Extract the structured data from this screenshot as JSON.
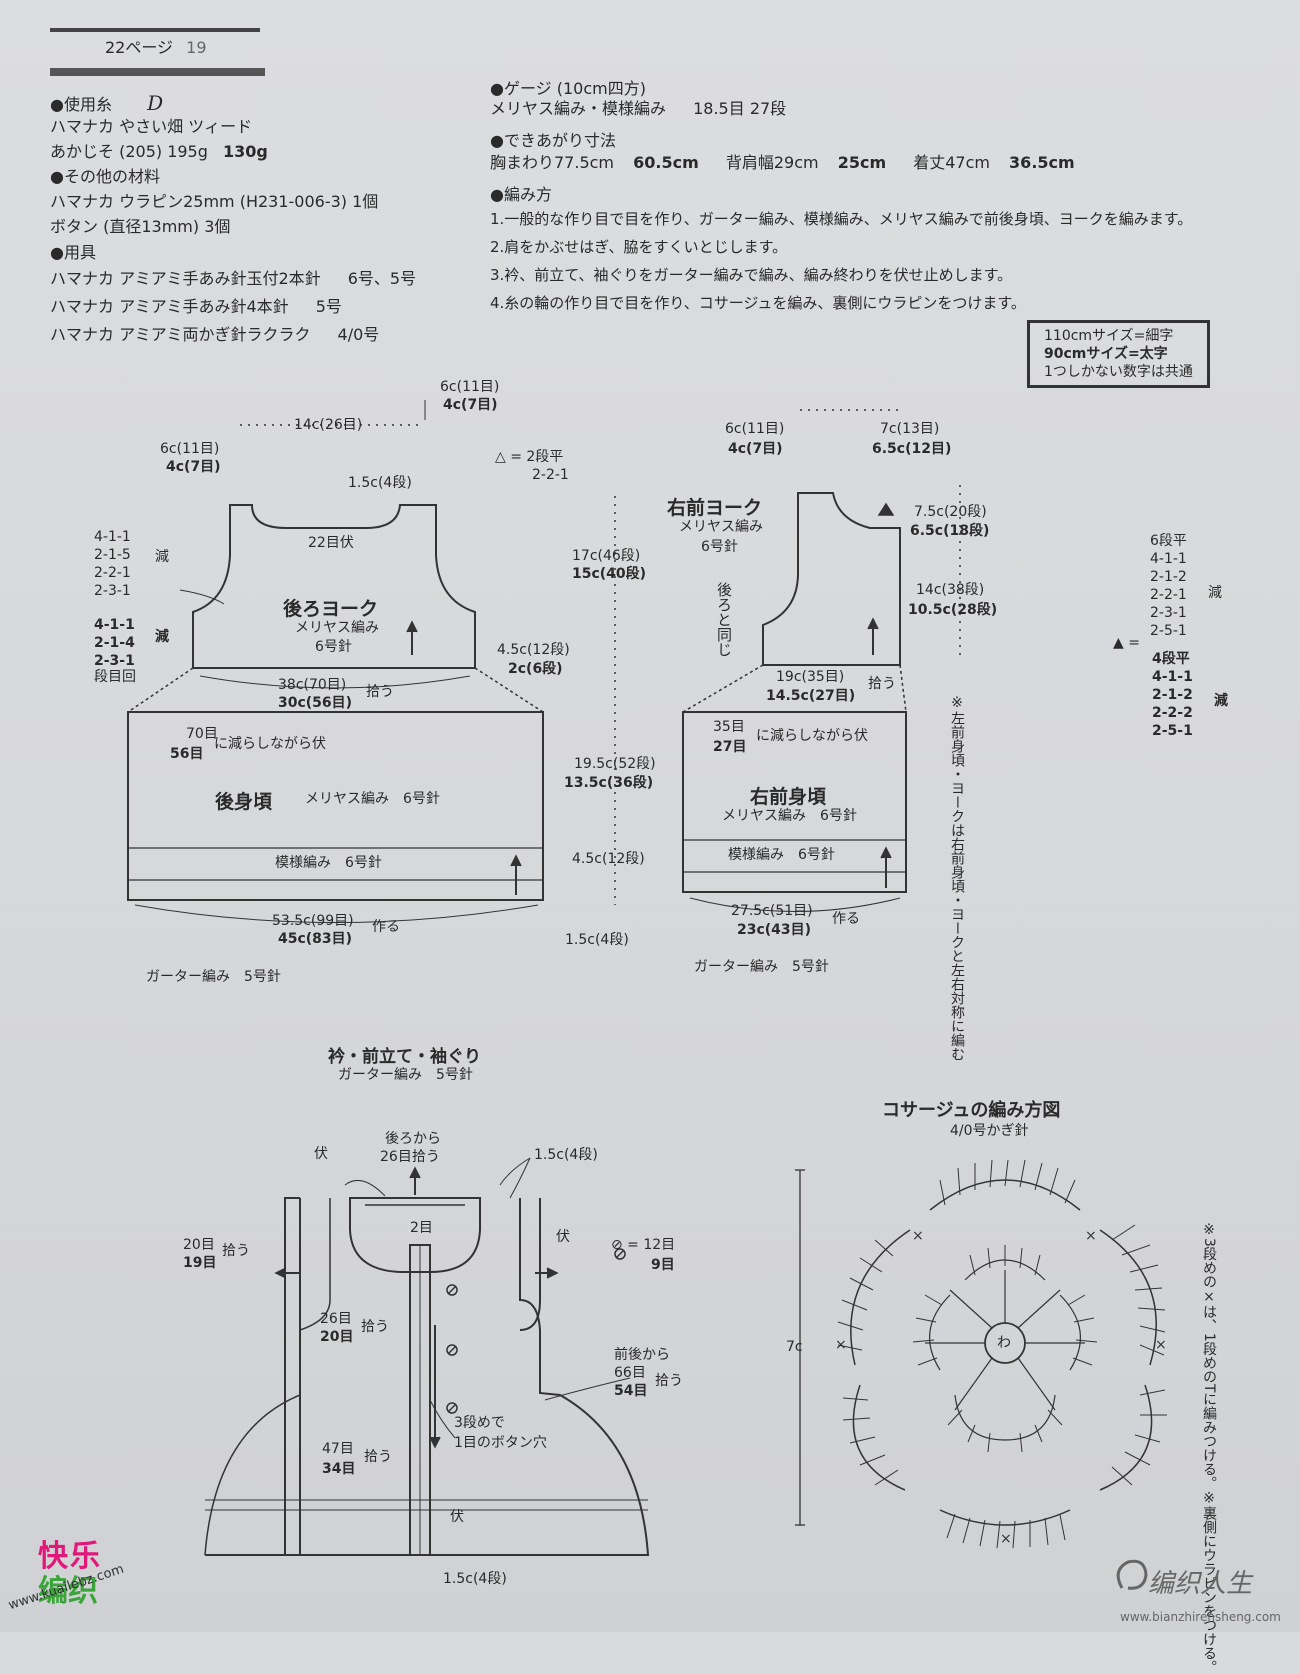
{
  "header": {
    "page_ref": "22ページ",
    "pattern_no": "19"
  },
  "materials": {
    "yarn_head": "●使用糸",
    "yarn_mark": "D",
    "yarn_name": "ハマナカ やさい畑 ツィード",
    "yarn_color": "あかじそ (205) 195g",
    "yarn_color_small": "130g",
    "other_head": "●その他の材料",
    "other_1": "ハマナカ ウラピン25mm (H231-006-3) 1個",
    "other_2": "ボタン (直径13mm) 3個",
    "tools_head": "●用具",
    "tool_1": "ハマナカ アミアミ手あみ針玉付2本針",
    "tool_1_size": "6号、5号",
    "tool_2": "ハマナカ アミアミ手あみ針4本針",
    "tool_2_size": "5号",
    "tool_3": "ハマナカ アミアミ両かぎ針ラクラク",
    "tool_3_size": "4/0号"
  },
  "gauge": {
    "head": "●ゲージ (10cm四方)",
    "line": "メリヤス編み・模様編み",
    "value": "18.5目 27段"
  },
  "finished": {
    "head": "●できあがり寸法",
    "chest": "胸まわり77.5cm",
    "chest_small": "60.5cm",
    "shoulder": "背肩幅29cm",
    "shoulder_small": "25cm",
    "length": "着丈47cm",
    "length_small": "36.5cm"
  },
  "method": {
    "head": "●編み方",
    "steps": [
      "1.一般的な作り目で目を作り、ガーター編み、模様編み、メリヤス編みで前後身頃、ヨークを編みます。",
      "2.肩をかぶせはぎ、脇をすくいとじします。",
      "3.衿、前立て、袖ぐりをガーター編みで編み、編み終わりを伏せ止めします。",
      "4.糸の輪の作り目で目を作り、コサージュを編み、裏側にウラピンをつけます。"
    ]
  },
  "legend": {
    "line1": "110cmサイズ=細字",
    "line2": "90cmサイズ=太字",
    "line3": "1つしかない数字は共通"
  },
  "back": {
    "shoulder_top": "6c(11目)",
    "shoulder_top_b": "4c(7目)",
    "neck_width": "14c(26目)",
    "shoulder_left": "6c(11目)",
    "shoulder_left_b": "4c(7目)",
    "neck_depth": "1.5c(4段)",
    "neck_bind": "22目伏",
    "tri_note": "△ = 2段平",
    "tri_note2": "2-2-1",
    "dec_a": [
      "4-1-1",
      "2-1-5",
      "2-2-1",
      "2-3-1"
    ],
    "dec_a_label": "減",
    "dec_b": [
      "4-1-1",
      "2-1-4",
      "2-3-1"
    ],
    "dec_b_label": "減",
    "dec_b_foot": "段目回",
    "yoke_title": "後ろヨーク",
    "yoke_stitch": "メリヤス編み",
    "yoke_needle": "6号針",
    "yoke_height": "17c(46段)",
    "yoke_height_b": "15c(40段)",
    "yoke_side": "4.5c(12段)",
    "yoke_side_b": "2c(6段)",
    "yoke_width": "38c(70目)",
    "yoke_width_b": "30c(56目)",
    "pickup": "拾う",
    "dec_count": "70目",
    "dec_count_b": "56目",
    "dec_note": "に減らしながら伏",
    "body_title": "後身頃",
    "body_stitch": "メリヤス編み　6号針",
    "body_height": "19.5c(52段)",
    "body_height_b": "13.5c(36段)",
    "pattern": "模様編み　6号針",
    "pattern_height": "4.5c(12段)",
    "cast_width": "53.5c(99目)",
    "cast_width_b": "45c(83目)",
    "cast_note": "作る",
    "garter_height": "1.5c(4段)",
    "garter": "ガーター編み　5号針"
  },
  "front": {
    "shoulder_l": "6c(11目)",
    "shoulder_l_b": "4c(7目)",
    "shoulder_r": "7c(13目)",
    "shoulder_r_b": "6.5c(12目)",
    "yoke_title": "右前ヨーク",
    "yoke_stitch": "メリヤス編み",
    "yoke_needle": "6号針",
    "same_as_back": "後ろと同じ",
    "neck_h": "7.5c(20段)",
    "neck_h_b": "6.5c(18段)",
    "arm_h": "14c(38段)",
    "arm_h_b": "10.5c(28段)",
    "yoke_width": "19c(35目)",
    "yoke_width_b": "14.5c(27目)",
    "pickup": "拾う",
    "dec_count": "35目",
    "dec_count_b": "27目",
    "dec_note": "に減らしながら伏",
    "body_title": "右前身頃",
    "body_stitch": "メリヤス編み　6号針",
    "pattern": "模様編み　6号針",
    "cast_width": "27.5c(51目)",
    "cast_width_b": "23c(43目)",
    "cast_note": "作る",
    "garter": "ガーター編み　5号針",
    "note": "※左前身頃・ヨークは右前身頃・ヨークと左右対称に編む",
    "tri_dec": [
      "6段平",
      "4-1-1",
      "2-1-2",
      "2-2-1",
      "2-3-1",
      "2-5-1"
    ],
    "tri_dec_label": "減",
    "tri_eq": "▲ =",
    "tri_dec_b": [
      "4段平",
      "4-1-1",
      "2-1-2",
      "2-2-2",
      "2-5-1"
    ],
    "tri_dec_b_label": "減"
  },
  "collar": {
    "title": "衿・前立て・袖ぐり",
    "subtitle": "ガーター編み　5号針",
    "bind": "伏",
    "back_pick": "後ろから",
    "back_pick2": "26目拾う",
    "depth": "1.5c(4段)",
    "center": "2目",
    "arm_pick": "20目",
    "arm_pick_b": "19目",
    "pick": "拾う",
    "bind_r": "伏",
    "button_note": "⊘ = 12目",
    "button_note_b": "9目",
    "neck_pick": "26目",
    "neck_pick_b": "20目",
    "fb_pick": "前後から",
    "fb_pick2": "66目",
    "fb_pick_b": "54目",
    "hole_note": "3段めで",
    "hole_note2": "1目のボタン穴",
    "front_pick": "47目",
    "front_pick_b": "34目",
    "bind_b": "伏",
    "bottom": "1.5c(4段)"
  },
  "corsage": {
    "title": "コサージュの編み方図",
    "hook": "4/0号かぎ針",
    "height": "7c",
    "center": "わ",
    "note": "※3段めの×は、1段めのTに編みつける。※裏側にウラピンをつける。"
  },
  "watermark": {
    "left1": "快乐",
    "left2": "编织",
    "left_url": "www.kuailebz.com",
    "right": "编织人生",
    "right_url": "www.bianzhirensheng.com"
  }
}
